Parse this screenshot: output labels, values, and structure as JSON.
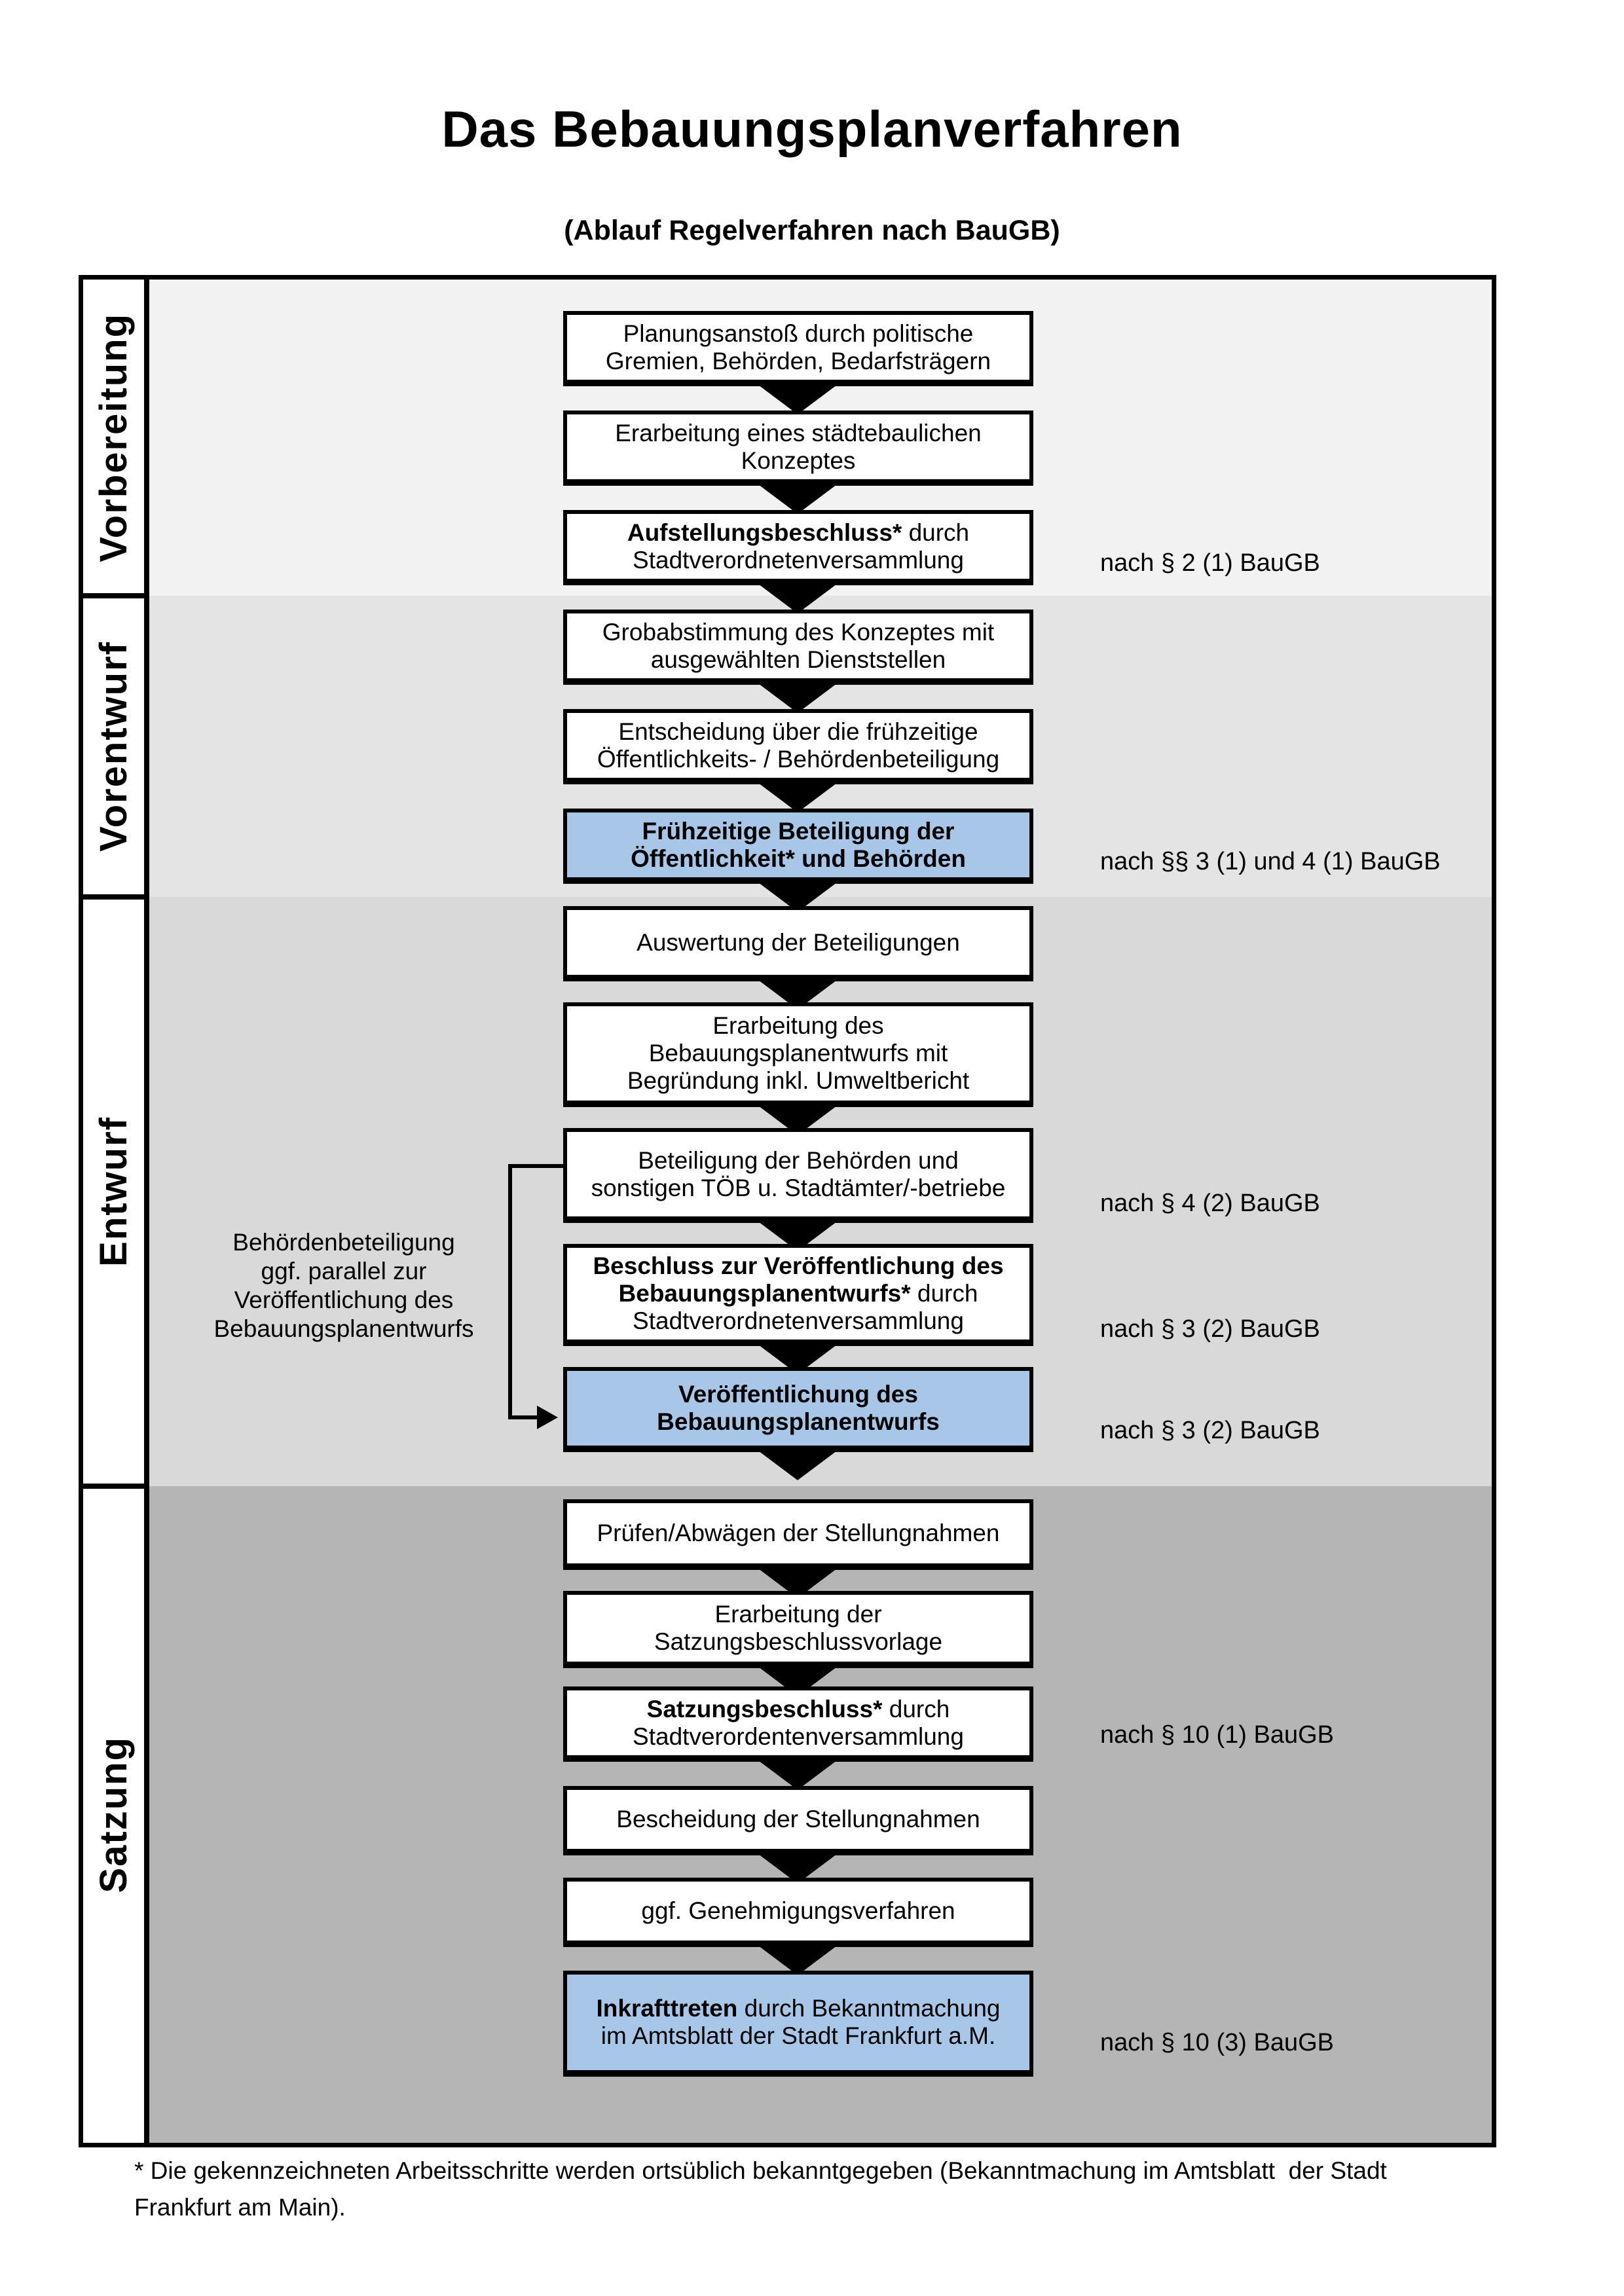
{
  "title": "Das Bebauungsplanverfahren",
  "subtitle": "(Ablauf Regelverfahren nach BauGB)",
  "sections": [
    {
      "label": "Vorbereitung"
    },
    {
      "label": "Vorentwurf"
    },
    {
      "label": "Entwurf"
    },
    {
      "label": "Satzung"
    }
  ],
  "boxes": [
    {
      "bold": "",
      "rest": "Planungsanstoß durch politische\nGremien, Behörden, Bedarfsträgern",
      "highlight": false
    },
    {
      "bold": "",
      "rest": "Erarbeitung eines städtebaulichen\nKonzeptes",
      "highlight": false
    },
    {
      "bold": "Aufstellungsbeschluss*",
      "rest": " durch\nStadtverordnetenversammlung",
      "highlight": false
    },
    {
      "bold": "",
      "rest": "Grobabstimmung des Konzeptes mit\nausgewählten Dienststellen",
      "highlight": false
    },
    {
      "bold": "",
      "rest": "Entscheidung über die frühzeitige\nÖffentlichkeits- / Behördenbeteiligung",
      "highlight": false
    },
    {
      "bold": "Frühzeitige Beteiligung der\nÖffentlichkeit* und Behörden",
      "rest": "",
      "highlight": true
    },
    {
      "bold": "",
      "rest": "Auswertung der Beteiligungen",
      "highlight": false
    },
    {
      "bold": "",
      "rest": "Erarbeitung des\nBebauungsplanentwurfs mit\nBegründung inkl. Umweltbericht",
      "highlight": false
    },
    {
      "bold": "",
      "rest": "Beteiligung der Behörden und\nsonstigen TÖB u. Stadtämter/-betriebe",
      "highlight": false
    },
    {
      "bold": "Beschluss zur Veröffentlichung des\nBebauungsplanentwurfs*",
      "rest": " durch\nStadtverordnetenversammlung",
      "highlight": false
    },
    {
      "bold": "Veröffentlichung des\nBebauungsplanentwurfs",
      "rest": "",
      "highlight": true
    },
    {
      "bold": "",
      "rest": "Prüfen/Abwägen der Stellungnahmen",
      "highlight": false
    },
    {
      "bold": "",
      "rest": "Erarbeitung der\nSatzungsbeschlussvorlage",
      "highlight": false
    },
    {
      "bold": "Satzungsbeschluss*",
      "rest": " durch\nStadtverordentenversammlung",
      "highlight": false
    },
    {
      "bold": "",
      "rest": "Bescheidung der Stellungnahmen",
      "highlight": false
    },
    {
      "bold": "",
      "rest": "ggf. Genehmigungsverfahren",
      "highlight": false
    },
    {
      "bold": "Inkrafttreten",
      "rest": " durch Bekanntmachung\nim Amtsblatt der Stadt Frankfurt a.M.",
      "highlight": true
    }
  ],
  "annotations": [
    "nach § 2 (1) BauGB",
    "nach §§ 3 (1) und 4 (1) BauGB",
    "nach § 4 (2) BauGB",
    "nach § 3 (2) BauGB",
    "nach § 3 (2) BauGB",
    "nach § 10 (1) BauGB",
    "nach § 10 (3) BauGB"
  ],
  "side_note": "Behördenbeteiligung\nggf. parallel zur\nVeröffentlichung des\nBebauungsplanentwurfs",
  "footnote": "* Die gekennzeichneten Arbeitsschritte werden ortsüblich bekanntgegeben (Bekanntmachung im Amtsblatt  der Stadt\nFrankfurt am Main).",
  "colors": {
    "highlight": "#a8c7e8",
    "section1": "#f2f2f2",
    "section2": "#e4e4e4",
    "section3": "#d9d9d9",
    "section4": "#b5b5b5",
    "border": "#000000"
  }
}
